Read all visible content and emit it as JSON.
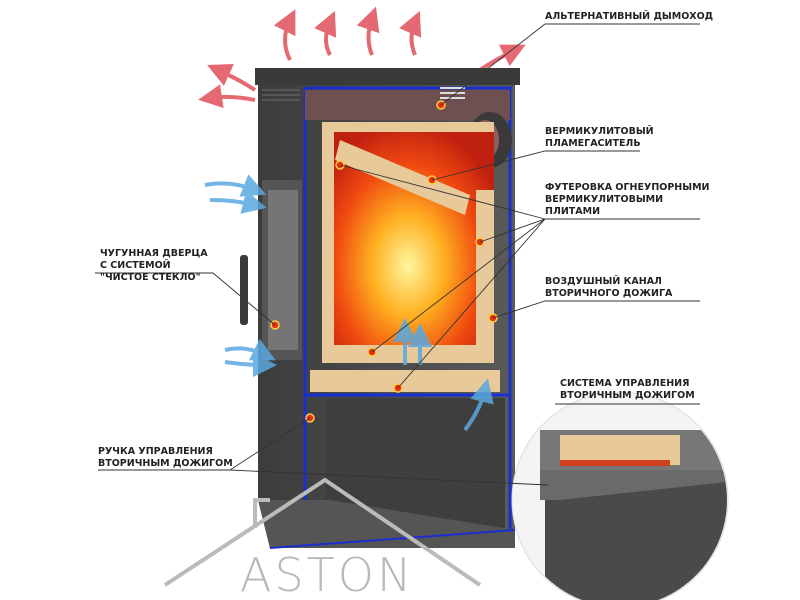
{
  "labels": {
    "alt_chimney": [
      "АЛЬТЕРНАТИВНЫЙ ДЫМОХОД"
    ],
    "flame_baffle": [
      "ВЕРМИКУЛИТОВЫЙ",
      "ПЛАМЕГАСИТЕЛЬ"
    ],
    "lining": [
      "ФУТЕРОВКА ОГНЕУПОРНЫМИ",
      "ВЕРМИКУЛИТОВЫМИ",
      "ПЛИТАМИ"
    ],
    "door": [
      "ЧУГУННАЯ ДВЕРЦА",
      "С СИСТЕМОЙ",
      "\"ЧИСТОЕ СТЕКЛО\""
    ],
    "air_channel": [
      "ВОЗДУШНЫЙ КАНАЛ",
      "ВТОРИЧНОГО ДОЖИГА"
    ],
    "control_system": [
      "СИСТЕМА УПРАВЛЕНИЯ",
      "ВТОРИЧНЫМ ДОЖИГОМ"
    ],
    "control_handle": [
      "РУЧКА УПРАВЛЕНИЯ",
      "ВТОРИЧНЫМ ДОЖИГОМ"
    ]
  },
  "logo": "ASTON",
  "colors": {
    "body": "#4a4a4a",
    "outline": "#1a2fd0",
    "vermiculite": "#e8c99a",
    "fire": "#ff7a1a",
    "air": "#5aa8e0",
    "heat": "#e0505a"
  }
}
